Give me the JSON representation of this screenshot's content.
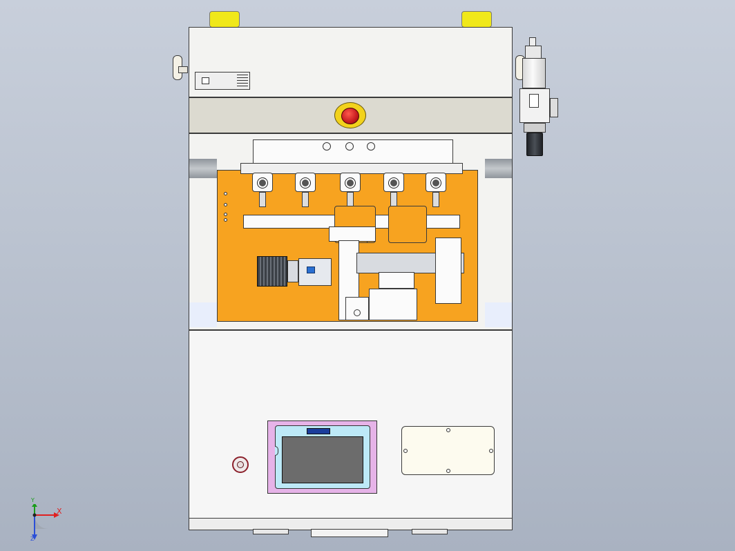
{
  "viewport": {
    "background": "#bcc4d1",
    "triad": {
      "x_label": "X",
      "y_label": "Y",
      "z_label": "Z"
    }
  },
  "machine": {
    "nameplate": {
      "line1": "",
      "line2": ""
    },
    "hmi": {
      "badge_text": ""
    },
    "colors": {
      "orange_plate": "#f7a320",
      "estop": "#d6232a",
      "estop_ring": "#f2d21c",
      "hmi_frame": "#e6b3e8",
      "hmi_bezel": "#bde9f7",
      "hmi_screen": "#6c6c6c",
      "cap": "#f0e81a"
    }
  }
}
